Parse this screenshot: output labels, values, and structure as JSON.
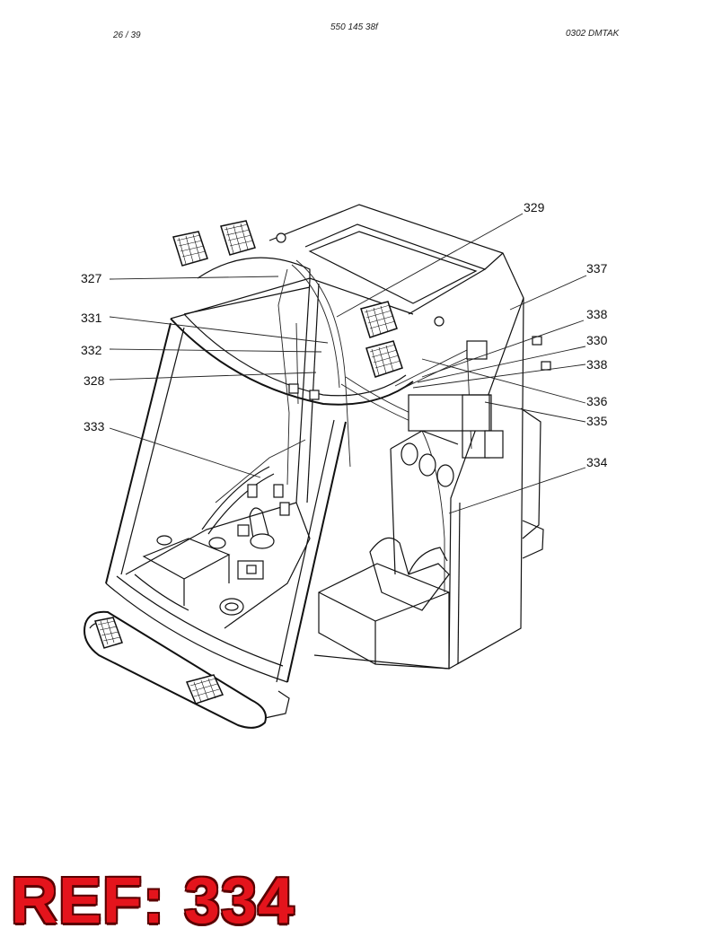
{
  "header": {
    "page_number": "26 / 39",
    "document_code": "550 145 38f",
    "revision": "0302   DMTAK"
  },
  "callouts": [
    "329",
    "327",
    "337",
    "331",
    "338",
    "332",
    "330",
    "328",
    "338",
    "336",
    "335",
    "333",
    "334"
  ],
  "reference_banner": "REF: 334"
}
